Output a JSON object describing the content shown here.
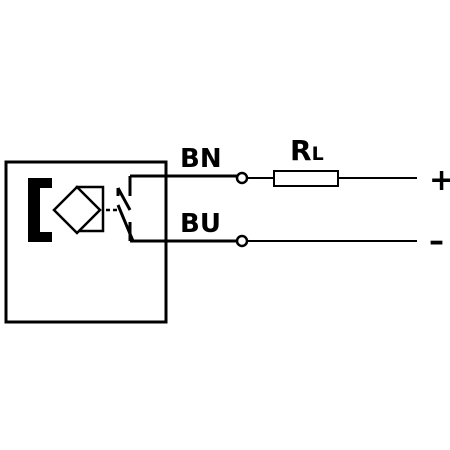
{
  "diagram": {
    "wire_brown_label": "BN",
    "wire_blue_label": "BU",
    "resistor_label_main": "R",
    "resistor_label_sub": "L",
    "terminal_positive": "+",
    "terminal_negative": "–",
    "line_color": "#000000",
    "background_color": "#ffffff"
  },
  "icons": {
    "sensor_face": "sensor-face-icon",
    "sensor_symbol": "diamond-coil-icon",
    "switch": "switch-contact-icon",
    "resistor": "resistor-icon"
  }
}
